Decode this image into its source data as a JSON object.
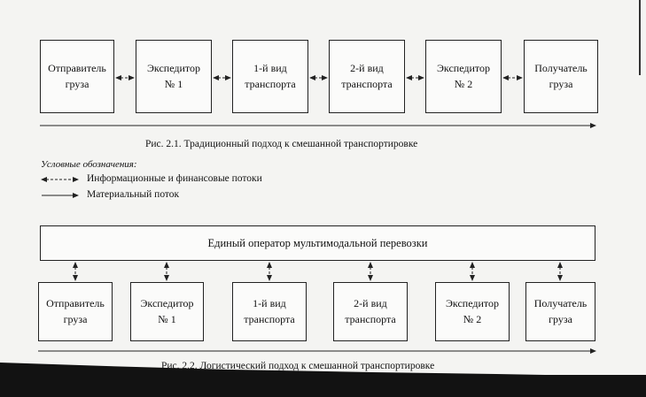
{
  "figure1": {
    "boxes": [
      {
        "label": "Отправитель\nгруза"
      },
      {
        "label": "Экспедитор\n№ 1"
      },
      {
        "label": "1-й вид\nтранспорта"
      },
      {
        "label": "2-й вид\nтранспорта"
      },
      {
        "label": "Экспедитор\n№ 2"
      },
      {
        "label": "Получатель\nгруза"
      }
    ],
    "caption": "Рис. 2.1. Традиционный подход к смешанной транспортировке"
  },
  "legend": {
    "title": "Условные обозначения:",
    "info_flow": "Информационные и финансовые потоки",
    "material_flow": "Материальный поток"
  },
  "figure2": {
    "operator": "Единый оператор мультимодальной перевозки",
    "boxes": [
      {
        "label": "Отправитель\nгруза"
      },
      {
        "label": "Экспедитор\n№ 1"
      },
      {
        "label": "1-й вид\nтранспорта"
      },
      {
        "label": "2-й вид\nтранспорта"
      },
      {
        "label": "Экспедитор\n№ 2"
      },
      {
        "label": "Получатель\nгруза"
      }
    ],
    "caption": "Рис. 2.2. Логистический подход к смешанной транспортировке"
  },
  "colors": {
    "line": "#222222",
    "paper": "#f4f4f2",
    "scan_edge": "#121212"
  }
}
